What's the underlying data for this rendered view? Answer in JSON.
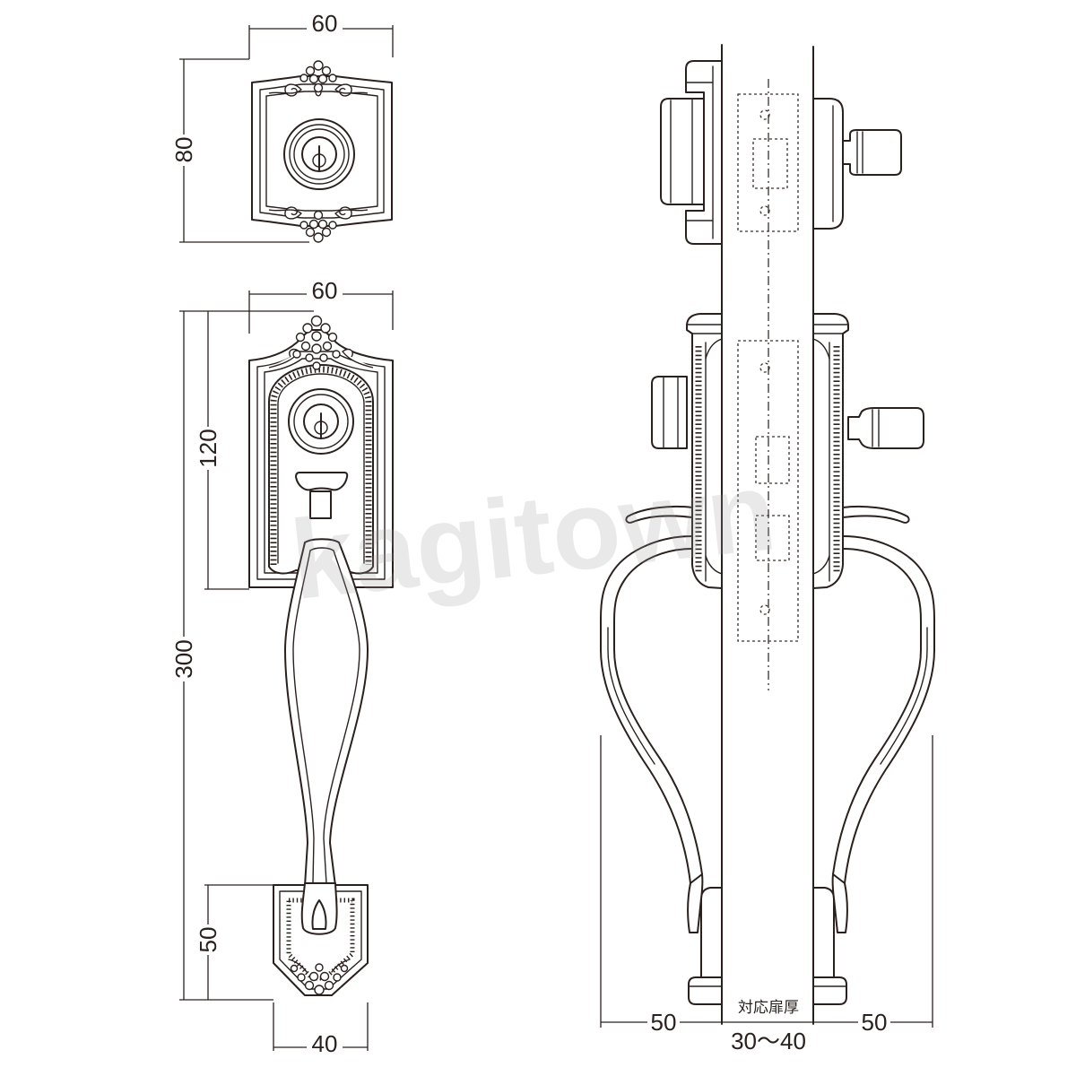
{
  "dimensions": {
    "cylinder_plate_width": "60",
    "cylinder_plate_height": "80",
    "handle_plate_width": "60",
    "handle_plate_height": "120",
    "overall_height": "300",
    "bottom_plate_height": "50",
    "bottom_plate_width": "40",
    "outside_projection": "50",
    "inside_projection": "50"
  },
  "door": {
    "thickness_label": "対応扉厚",
    "thickness_range": "30～40"
  },
  "watermark": "kagitown",
  "colors": {
    "line": "#2a211e",
    "background": "#ffffff",
    "watermark": "#9a9a9a"
  }
}
